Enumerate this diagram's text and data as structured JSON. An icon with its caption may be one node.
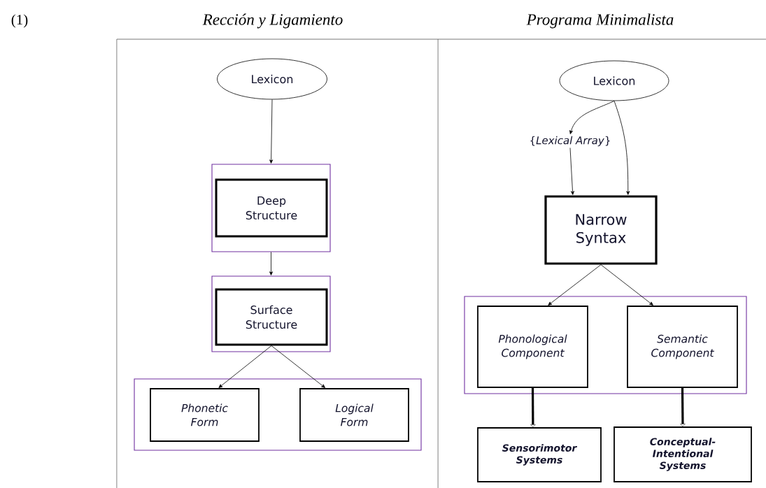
{
  "diagram": {
    "nodes": [
      {
        "text": [
          "Lexicon"
        ]
      },
      {
        "text": [],
        "shape": "box"
      },
      {
        "text": [
          "Deep Structure"
        ],
        "in": 1
      },
      {
        "text": [],
        "shape": "box"
      },
      {
        "text": [
          "Surface Structure"
        ],
        "in": 3
      },
      {
        "text": [],
        "shape": "box"
      },
      {
        "text": [
          "Phonetic Form"
        ],
        "in": 5
      },
      {
        "text": [
          "Logical Form"
        ],
        "in": 5
      },
      {
        "text": [
          "Lexicon"
        ]
      },
      {
        "text": [
          "{*Lexical Array*}"
        ]
      },
      {
        "text": [
          "Narrow Syntax"
        ]
      },
      {
        "text": [],
        "shape": "box"
      },
      {
        "text": [
          "Phonological Component"
        ],
        "in": 11
      },
      {
        "text": [
          "Semantic Component"
        ],
        "in": 11
      },
      {
        "text": [
          "Sensorimotor Systems"
        ]
      },
      {
        "text": [
          "Conceptual-Intentional Systems"
        ]
      }
    ],
    "edges": [
      {
        "from": 0,
        "to": 1,
        "arrow": "to"
      },
      {
        "from": 1,
        "to": 3,
        "arrow": "to"
      },
      {
        "from": 4,
        "to": 6,
        "arrow": "to"
      },
      {
        "from": 4,
        "to": 7,
        "arrow": "to"
      },
      {
        "from": 8,
        "to": 9,
        "arrow": "to"
      },
      {
        "from": 9,
        "to": 10,
        "arrow": "to"
      },
      {
        "from": 8,
        "to": 10,
        "arrow": "to"
      },
      {
        "from": 10,
        "to": 12,
        "arrow": "to"
      },
      {
        "from": 10,
        "to": 13,
        "arrow": "to"
      },
      {
        "from": 12,
        "to": 14,
        "arrow": "to",
        "style": "thick"
      },
      {
        "from": 13,
        "to": 15,
        "arrow": "to",
        "style": "thick"
      }
    ],
    "labels": [
      "(1)",
      "Rección y Ligamiento",
      "Programa Minimalista"
    ]
  }
}
